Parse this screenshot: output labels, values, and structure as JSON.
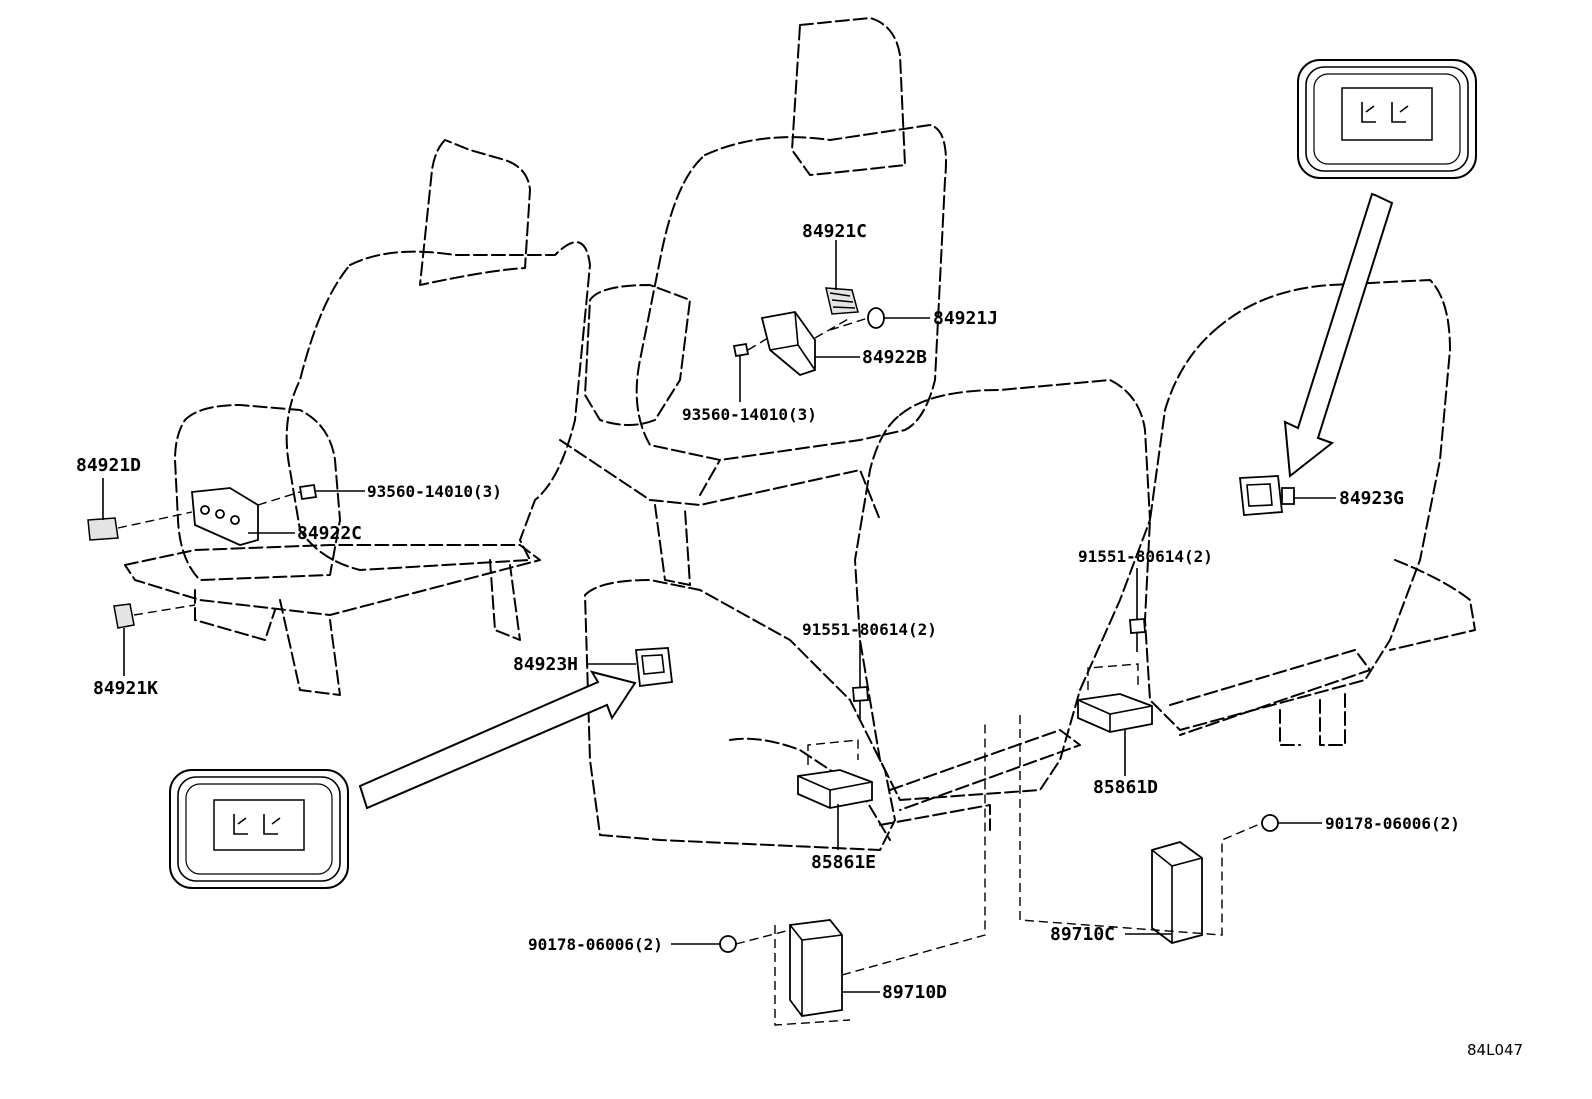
{
  "callouts": {
    "c84921C": "84921C",
    "c84921J": "84921J",
    "c84922B": "84922B",
    "c93560_b": "93560-14010(3)",
    "c84921D": "84921D",
    "c93560_a": "93560-14010(3)",
    "c84922C": "84922C",
    "c84921K": "84921K",
    "c84923H": "84923H",
    "c91551_a": "91551-80614(2)",
    "c84923G": "84923G",
    "c91551_b": "91551-80614(2)",
    "c85861D": "85861D",
    "c85861E": "85861E",
    "c90178_a": "90178-06006(2)",
    "c90178_b": "90178-06006(2)",
    "c89710C": "89710C",
    "c89710D": "89710D"
  },
  "diagram_ref": "84L047"
}
